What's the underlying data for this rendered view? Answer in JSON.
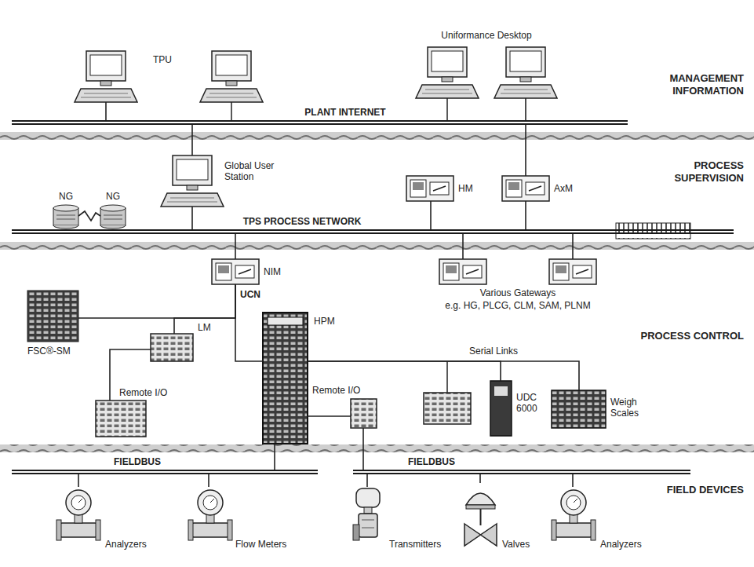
{
  "diagram": {
    "nodes": [
      {
        "text": [
          "TPU"
        ]
      },
      {
        "text": [
          "Uniformance Desktop"
        ]
      },
      {
        "text": [
          "PLANT INTERNET"
        ]
      },
      {
        "text": [
          "Global User Station"
        ]
      },
      {
        "text": [
          "NG"
        ]
      },
      {
        "text": [
          "NG"
        ]
      },
      {
        "text": [
          "HM"
        ]
      },
      {
        "text": [
          "AxM"
        ]
      },
      {
        "text": [
          "TPS PROCESS NETWORK"
        ]
      },
      {
        "text": [
          "NIM"
        ]
      },
      {
        "text": [
          "Various Gateways",
          "e.g. HG, PLCG, CLM, SAM, PLNM"
        ]
      },
      {
        "text": [
          "FSC®-SM"
        ]
      },
      {
        "text": [
          "LM"
        ]
      },
      {
        "text": [
          "Remote I/O"
        ]
      },
      {
        "text": [
          "HPM"
        ]
      },
      {
        "text": [
          "Remote I/O"
        ]
      },
      {
        "text": [
          "UDC 6000"
        ]
      },
      {
        "text": [
          "Weigh Scales"
        ]
      },
      {
        "text": [
          "FIELDBUS"
        ]
      },
      {
        "text": [
          "FIELDBUS"
        ]
      },
      {
        "text": [
          "Analyzers"
        ]
      },
      {
        "text": [
          "Flow Meters"
        ]
      },
      {
        "text": [
          "Transmitters"
        ]
      },
      {
        "text": [
          "Valves"
        ]
      },
      {
        "text": [
          "Analyzers"
        ]
      }
    ],
    "edges": [
      {
        "from": 0,
        "to": 2,
        "arrow": "none"
      },
      {
        "from": 1,
        "to": 2,
        "arrow": "none"
      },
      {
        "from": 2,
        "to": 3,
        "arrow": "none"
      },
      {
        "from": 3,
        "to": 8,
        "arrow": "none"
      },
      {
        "from": 2,
        "to": 7,
        "arrow": "none"
      },
      {
        "from": 4,
        "to": 5,
        "arrow": "none"
      },
      {
        "from": 6,
        "to": 8,
        "arrow": "none"
      },
      {
        "from": 7,
        "to": 8,
        "arrow": "none"
      },
      {
        "from": 8,
        "to": 9,
        "arrow": "none"
      },
      {
        "from": 8,
        "to": 10,
        "arrow": "none"
      },
      {
        "from": 8,
        "to": 10,
        "arrow": "none"
      },
      {
        "from": 9,
        "to": 11,
        "arrow": "none"
      },
      {
        "from": 9,
        "to": 12,
        "arrow": "none"
      },
      {
        "from": 9,
        "to": 14,
        "arrow": "none"
      },
      {
        "from": 12,
        "to": 13,
        "arrow": "none"
      },
      {
        "from": 14,
        "to": 15,
        "arrow": "none"
      },
      {
        "from": 14,
        "to": 16,
        "arrow": "none"
      },
      {
        "from": 14,
        "to": 17,
        "arrow": "none"
      },
      {
        "from": 14,
        "to": 18,
        "arrow": "none"
      },
      {
        "from": 15,
        "to": 19,
        "arrow": "none"
      },
      {
        "from": 18,
        "to": 20,
        "arrow": "none"
      },
      {
        "from": 18,
        "to": 21,
        "arrow": "none"
      },
      {
        "from": 19,
        "to": 22,
        "arrow": "none"
      },
      {
        "from": 19,
        "to": 23,
        "arrow": "none"
      },
      {
        "from": 19,
        "to": 24,
        "arrow": "none"
      }
    ],
    "labels": [
      "MANAGEMENT INFORMATION",
      "PROCESS SUPERVISION",
      "UCN",
      "Serial Links",
      "PROCESS CONTROL",
      "FIELD DEVICES"
    ]
  }
}
